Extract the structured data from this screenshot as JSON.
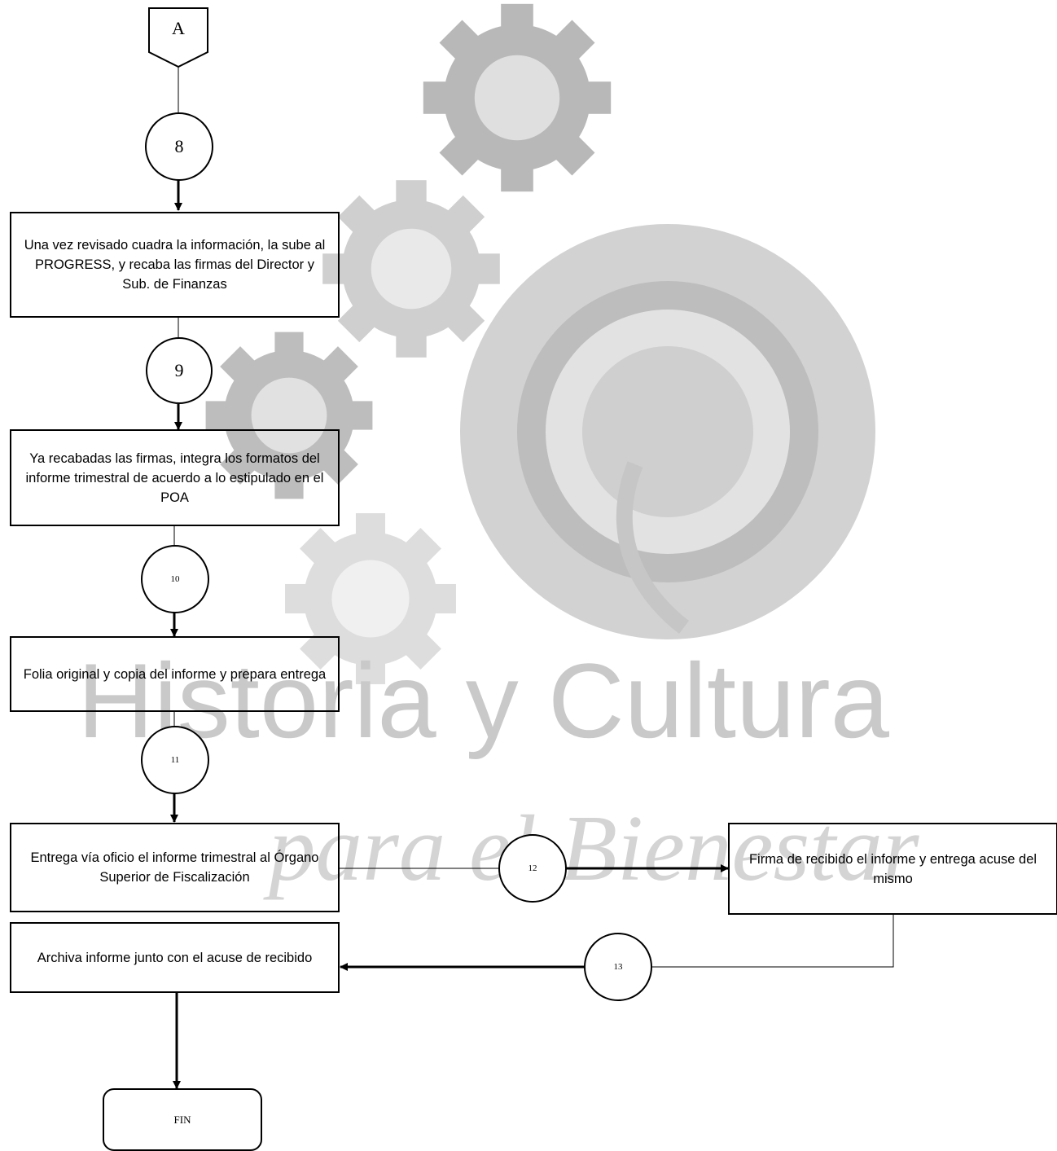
{
  "offpage_connector": {
    "label": "A"
  },
  "steps": [
    {
      "number": "8",
      "text": "Una vez revisado cuadra la información, la sube al PROGRESS, y recaba las firmas del Director y Sub. de Finanzas"
    },
    {
      "number": "9",
      "text": "Ya recabadas las firmas, integra los formatos del informe trimestral de acuerdo a lo estipulado en el POA"
    },
    {
      "number": "10",
      "text": "Folia original y copia del informe y prepara entrega"
    },
    {
      "number": "11",
      "text": "Entrega vía oficio el informe trimestral al Órgano Superior de Fiscalización"
    },
    {
      "number": "12",
      "text": "Firma de recibido el informe y entrega acuse del mismo"
    },
    {
      "number": "13",
      "text": "Archiva informe junto con el acuse de recibido"
    }
  ],
  "terminator": {
    "label": "FIN"
  },
  "watermark": {
    "line1": "Historia y Cultura",
    "line2": "para el Bienestar"
  }
}
